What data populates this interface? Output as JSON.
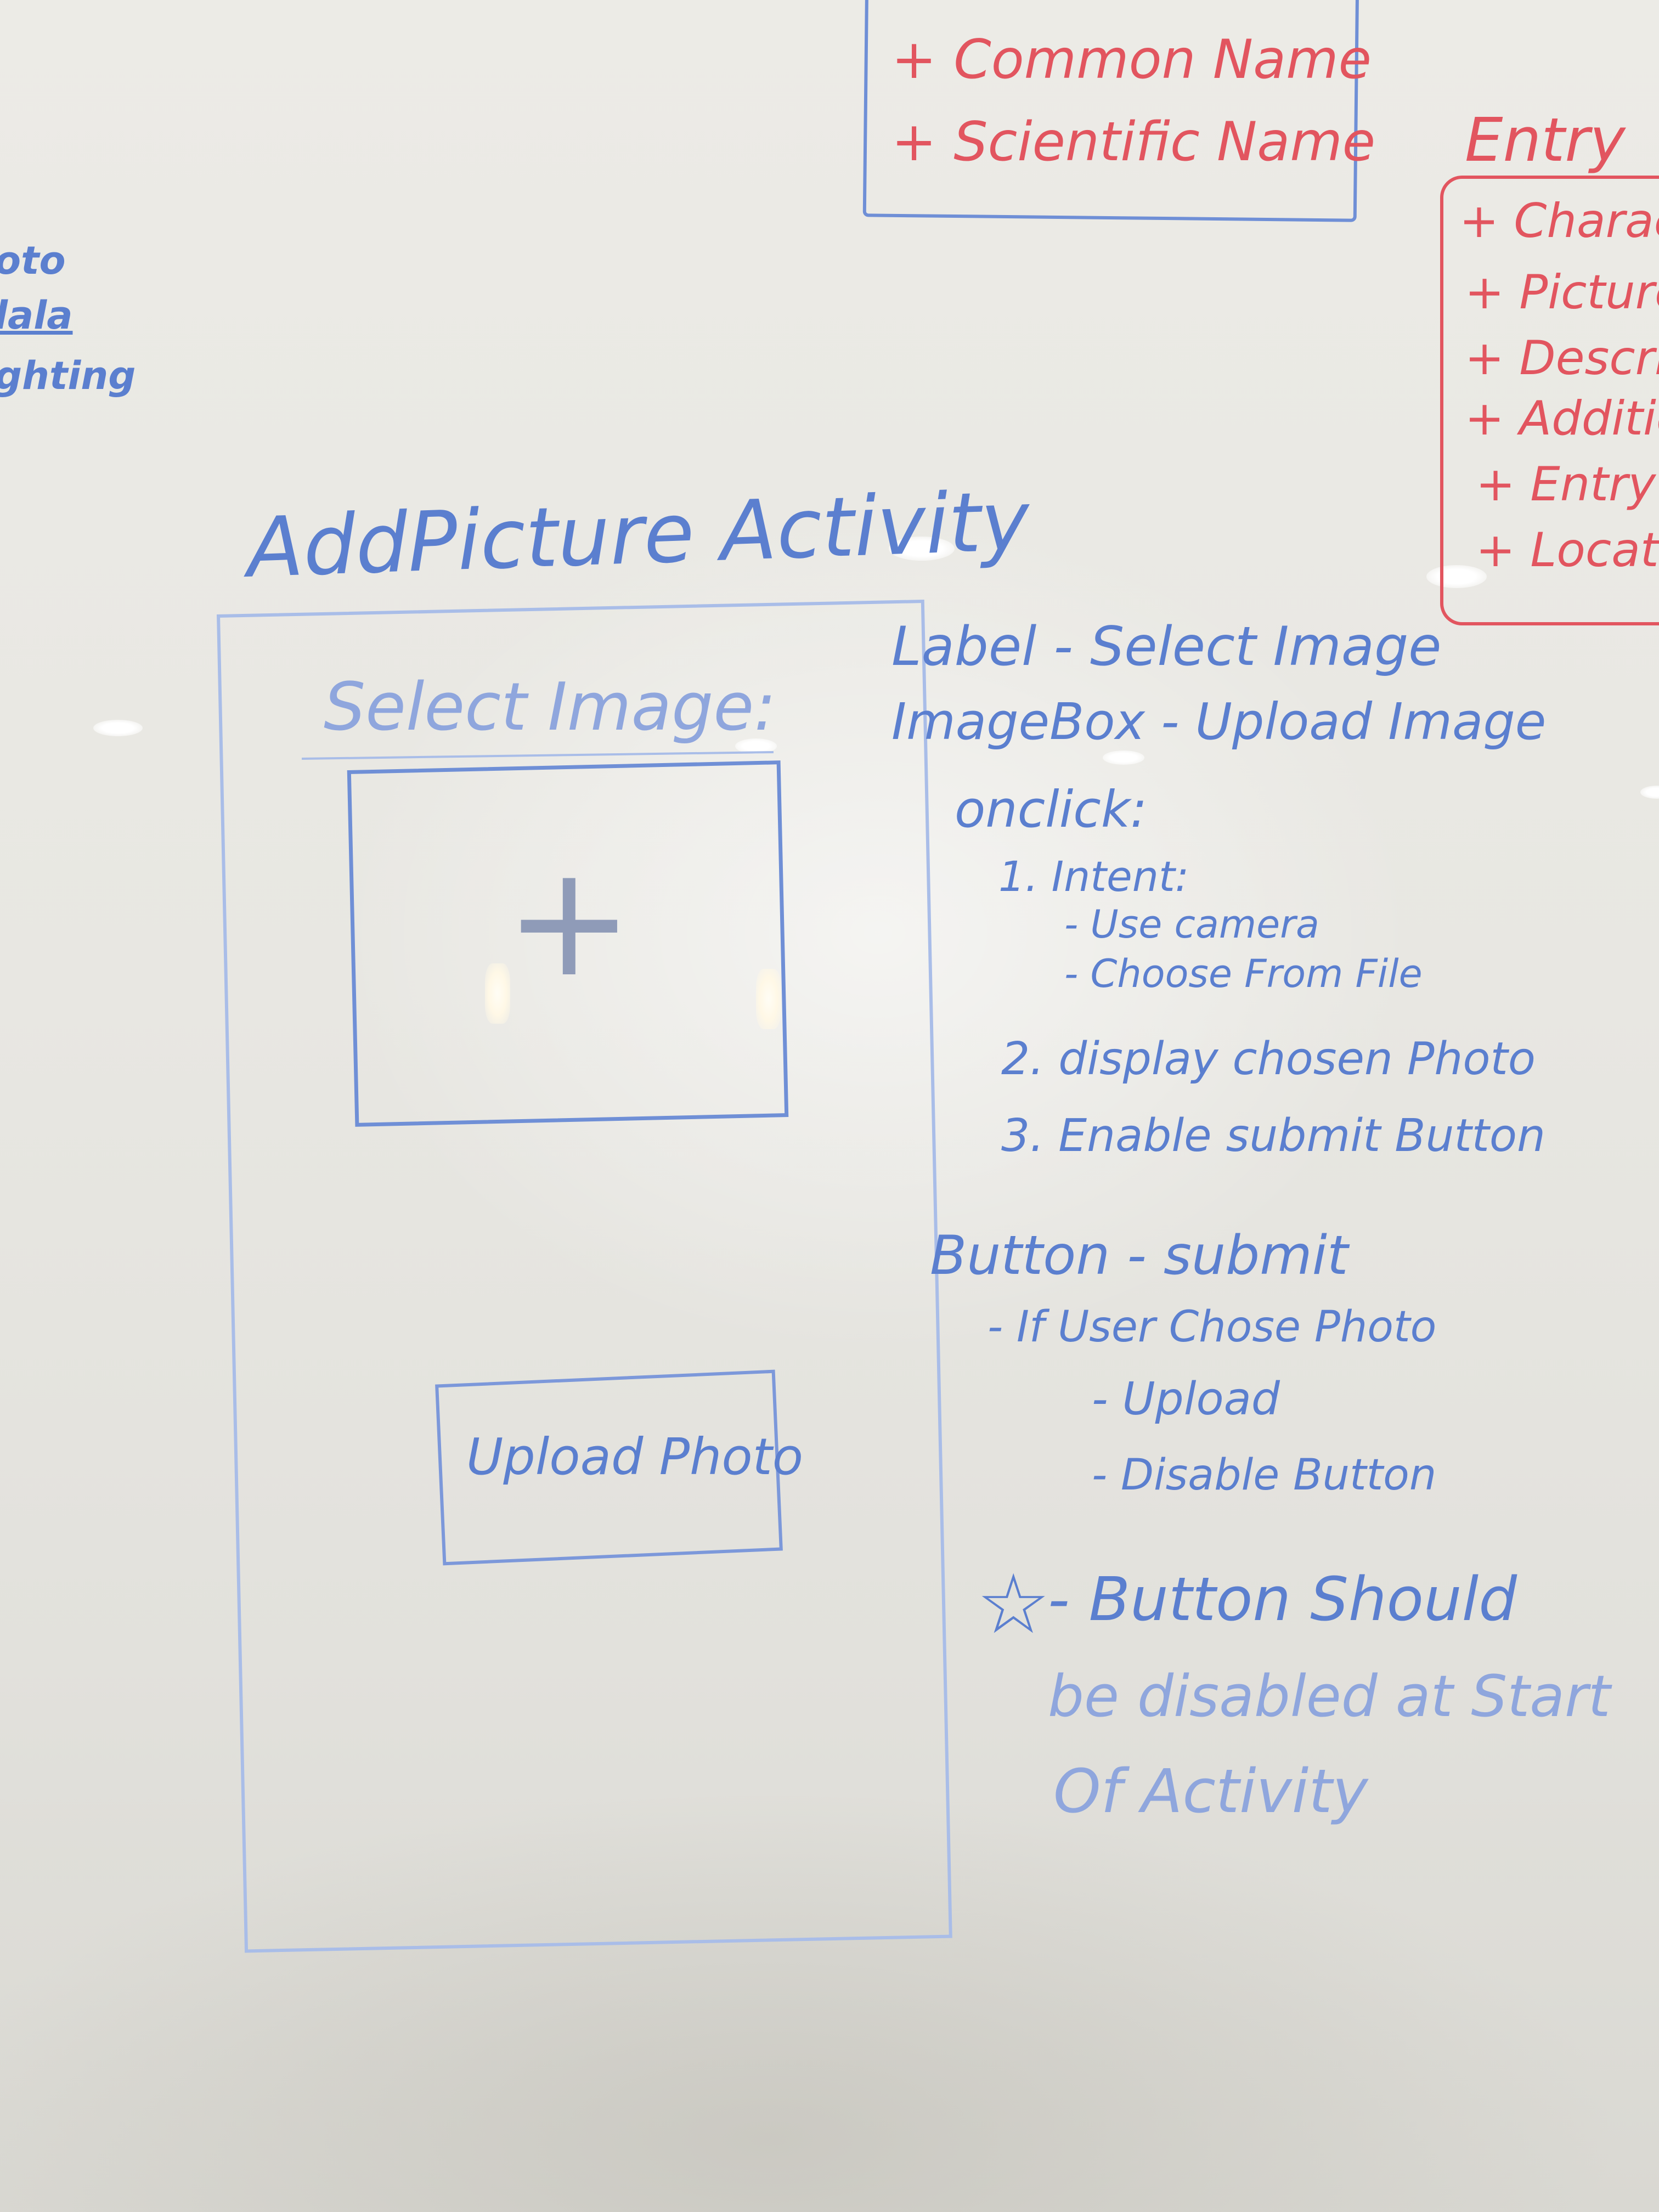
{
  "top_center_box": {
    "items": [
      "+ Common Name",
      "+ Scientific Name"
    ]
  },
  "left_edge_fragments": [
    "oto",
    "lala",
    "ghting"
  ],
  "entry_box": {
    "title": "Entry",
    "items": [
      "+ Charact",
      "+ Picture",
      "+ Descrip",
      "+ Addition",
      "+ Entry I",
      "+ Location"
    ]
  },
  "wireframe": {
    "heading": "AddPicture Activity",
    "label": "Select Image:",
    "image_box_symbol": "+",
    "button_label": "Upload Photo"
  },
  "notes": {
    "label_line": "Label - Select Image",
    "imagebox_line": "ImageBox - Upload Image",
    "onclick": "onclick:",
    "step1": "1. Intent:",
    "step1a": "- Use camera",
    "step1b": "- Choose From File",
    "step2": "2. display chosen Photo",
    "step3": "3. Enable submit Button",
    "button_line": "Button - submit",
    "button_sub1": "- If User Chose Photo",
    "button_sub2": "- Upload",
    "button_sub3": "- Disable Button",
    "star_note_1": "- Button Should",
    "star_note_2": "be disabled at Start",
    "star_note_3": "Of Activity",
    "star_symbol": "☆"
  },
  "colors": {
    "blue_marker": "#5b7fcf",
    "red_marker": "#e2555f",
    "board": "#e8e7e2"
  }
}
